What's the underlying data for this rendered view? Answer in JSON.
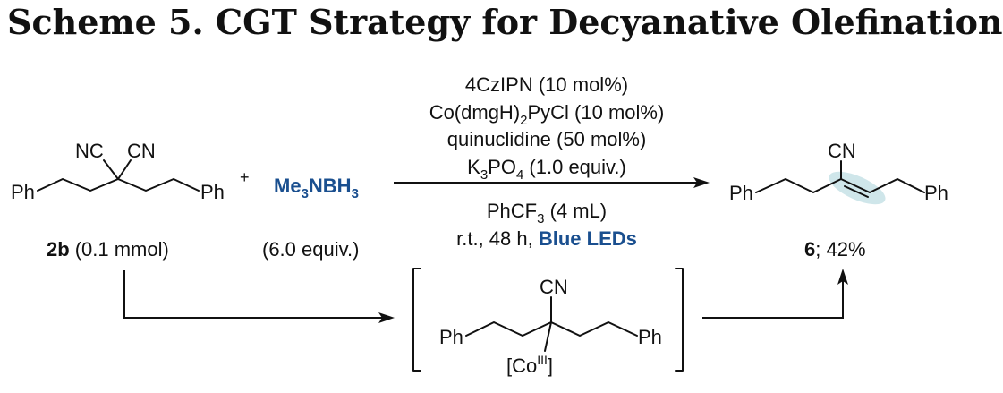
{
  "title": "Scheme 5. CGT Strategy for Decyanative Olefination",
  "reactant": {
    "ph_left": "Ph",
    "ph_right": "Ph",
    "nc_label": "NC",
    "cn_label": "CN",
    "id": "2b",
    "amount": "(0.1 mmol)"
  },
  "plus": "+",
  "reagent": {
    "label_main": "Me",
    "label_sub1": "3",
    "label_mid": "NBH",
    "label_sub2": "3",
    "equiv": "(6.0 equiv.)"
  },
  "conditions_above": {
    "line1": "4CzIPN (10 mol%)",
    "line2_pre": "Co(dmgH)",
    "line2_sub": "2",
    "line2_post": "PyCl  (10 mol%)",
    "line3": "quinuclidine (50 mol%)",
    "line4_pre": "K",
    "line4_sub": "3",
    "line4_mid": "PO",
    "line4_sub2": "4",
    "line4_post": " (1.0 equiv.)"
  },
  "conditions_below": {
    "line1_pre": "PhCF",
    "line1_sub": "3",
    "line1_post": " (4 mL)",
    "line2_pre": "r.t., 48 h, ",
    "line2_blue": "Blue LEDs"
  },
  "product": {
    "ph_left": "Ph",
    "ph_right": "Ph",
    "cn_label": "CN",
    "id": "6",
    "yield": "; 42%"
  },
  "intermediate": {
    "ph_left": "Ph",
    "ph_right": "Ph",
    "cn_label": "CN",
    "co_pre": "[Co",
    "co_sup": "III",
    "co_post": "]"
  },
  "colors": {
    "accent_blue": "#1a4f8f",
    "highlight": "#cfe6ea"
  }
}
